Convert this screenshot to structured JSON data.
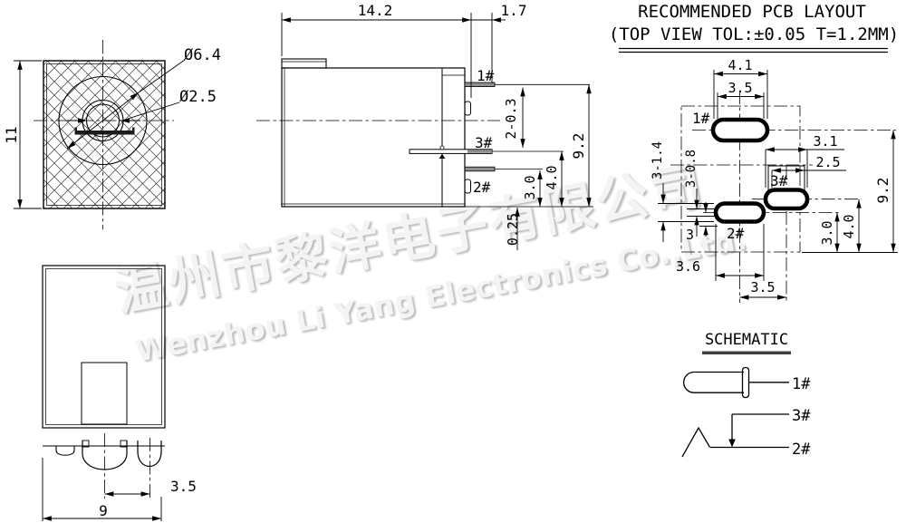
{
  "watermark": {
    "cn": "温州市黎洋电子有限公司",
    "en": "Wenzhou Li Yang Electronics Co.,Ltd."
  },
  "pcb_header": {
    "title": "RECOMMENDED PCB LAYOUT",
    "subtitle": "(TOP VIEW TOL:±0.05 T=1.2MM)"
  },
  "front": {
    "height": "11",
    "dia_outer": "Ø6.4",
    "dia_pin": "Ø2.5"
  },
  "side": {
    "width": "14.2",
    "pin_len": "1.7",
    "pin1": "1#",
    "pin3": "3#",
    "pin2": "2#",
    "pin_thk": "2-0.3",
    "total_h": "9.2",
    "h3": "3.0",
    "h4": "4.0",
    "h025": "0.25"
  },
  "bottom": {
    "pitch": "3.5",
    "width": "9"
  },
  "pcb": {
    "pad1": "1#",
    "pad3": "3#",
    "pad2": "2#",
    "w_outer": "4.1",
    "w_slot": "3.5",
    "w3_outer": "3.1",
    "w3_slot": "2.5",
    "total_h": "9.2",
    "h3": "3.0",
    "h4": "4.0",
    "slots_outer": "3-1.4",
    "slots_inner": "3-0.8",
    "n3": "3",
    "w2_outer": "3.6",
    "pitch": "3.5"
  },
  "schematic": {
    "title": "SCHEMATIC",
    "pin1": "1#",
    "pin3": "3#",
    "pin2": "2#"
  },
  "colors": {
    "line": "#000000",
    "pin_fill": "#8f8f8f",
    "watermark_shadow": "#b9b9b9"
  }
}
